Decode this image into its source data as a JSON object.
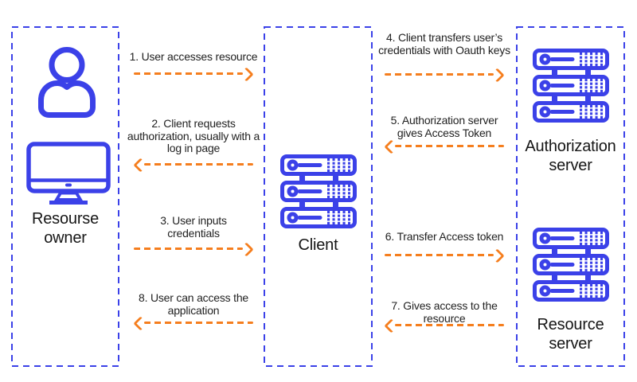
{
  "colors": {
    "blue": "#3b41e8",
    "orange": "#f57e1e",
    "text": "#1f1f1f"
  },
  "entities": {
    "resource_owner": {
      "label": "Resourse owner",
      "icons": [
        "user-icon",
        "monitor-icon"
      ]
    },
    "client": {
      "label": "Client",
      "icons": [
        "server-icon"
      ]
    },
    "authorization_server": {
      "label": "Authorization server",
      "icons": [
        "server-icon"
      ]
    },
    "resource_server": {
      "label": "Resource server",
      "icons": [
        "server-icon"
      ]
    }
  },
  "messages": [
    {
      "step": 1,
      "label": "1. User accesses resource",
      "from": "resource_owner",
      "to": "client",
      "direction": "right"
    },
    {
      "step": 2,
      "label": "2. Client requests authorization, usually with a log in page",
      "from": "client",
      "to": "resource_owner",
      "direction": "left"
    },
    {
      "step": 3,
      "label": "3. User inputs credentials",
      "from": "resource_owner",
      "to": "client",
      "direction": "right"
    },
    {
      "step": 4,
      "label": "4. Client transfers user’s credentials with Oauth keys",
      "from": "client",
      "to": "authorization_server",
      "direction": "right"
    },
    {
      "step": 5,
      "label": "5. Authorization server gives Access Token",
      "from": "authorization_server",
      "to": "client",
      "direction": "left"
    },
    {
      "step": 6,
      "label": "6. Transfer Access token",
      "from": "client",
      "to": "resource_server",
      "direction": "right"
    },
    {
      "step": 7,
      "label": "7. Gives access to the resource",
      "from": "resource_server",
      "to": "client",
      "direction": "left"
    },
    {
      "step": 8,
      "label": "8. User can access the application",
      "from": "client",
      "to": "resource_owner",
      "direction": "left"
    }
  ]
}
